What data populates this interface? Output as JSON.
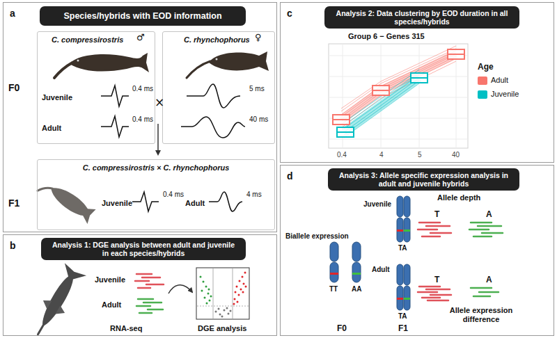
{
  "diagram": {
    "nodes": [
      {
        "text": [
          "a"
        ]
      },
      {
        "text": [
          "Species/hybrids with EOD information"
        ],
        "in": 0
      },
      {
        "text": [
          "C. compressirostris",
          "♂",
          "Juvenile",
          "0.4 ms",
          "Adult",
          "0.4 ms"
        ],
        "in": 0
      },
      {
        "text": [
          "C. rhynchophorus",
          "♀",
          "5 ms",
          "40 ms"
        ],
        "in": 0
      },
      {
        "text": [
          "C. compressirostris × C. rhynchophorus",
          "Juvenile",
          "0.4 ms",
          "Adult",
          "4 ms"
        ],
        "in": 0
      },
      {
        "text": [
          "b"
        ]
      },
      {
        "text": [
          "Analysis 1: DGE analysis between adult and juvenile in each species/hybrids"
        ],
        "in": 5
      },
      {
        "text": [
          "c"
        ]
      },
      {
        "text": [
          "Analysis 2: Data clustering by EOD duration in all species/hybrids"
        ],
        "in": 7
      },
      {
        "text": [
          "d"
        ]
      },
      {
        "text": [
          "Analysis 3: Allele specific expression analysis in adult and juvenile hybrids"
        ],
        "in": 9
      }
    ],
    "labels": [
      "F0",
      "×",
      "F1",
      "Juvenile",
      "Adult",
      "RNA-seq",
      "DGE analysis",
      "Group 6 − Genes 315",
      "Age",
      "0.4",
      "4",
      "5",
      "40",
      "Allele depth",
      "Juvenile",
      "T",
      "A",
      "Biallele expression",
      "TT",
      "AA",
      "TA",
      "Adult",
      "TA",
      "T",
      "A",
      "Allele expression difference",
      "F0",
      "F1"
    ],
    "legend": [
      {
        "text": "Adult",
        "color": "#F8766D"
      },
      {
        "text": "Juvenile",
        "color": "#00BFC4"
      }
    ]
  }
}
